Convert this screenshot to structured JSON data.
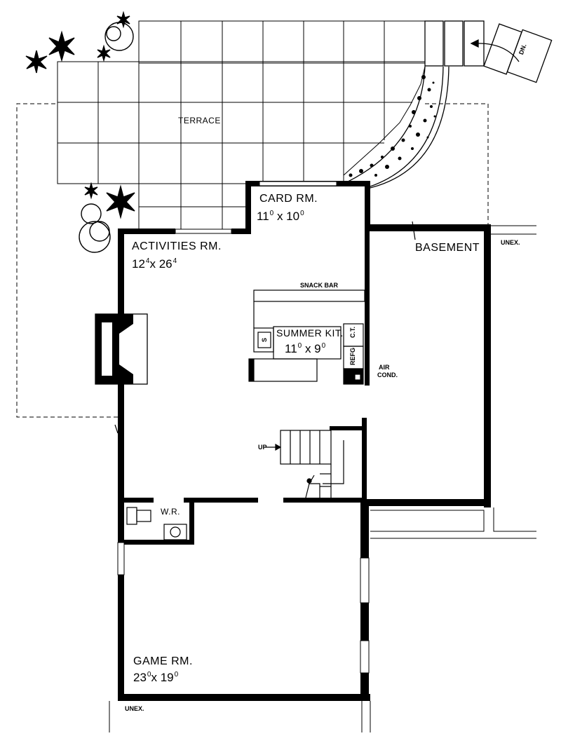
{
  "rooms": {
    "terrace": "TERRACE",
    "card_rm": {
      "name": "CARD RM.",
      "d1": "11",
      "e1": "0",
      "sep": " x ",
      "d2": "10",
      "e2": "0"
    },
    "activities_rm": {
      "name": "ACTIVITIES RM.",
      "d1": "12",
      "e1": "4",
      "sep": "x ",
      "d2": "26",
      "e2": "4"
    },
    "summer_kit": {
      "name": "SUMMER KIT.",
      "d1": "11",
      "e1": "0",
      "sep": " x ",
      "d2": "9",
      "e2": "0"
    },
    "basement": "BASEMENT",
    "game_rm": {
      "name": "GAME RM.",
      "d1": "23",
      "e1": "0",
      "sep": "x ",
      "d2": "19",
      "e2": "0"
    },
    "wr": "W.R."
  },
  "labels": {
    "snack_bar": "SNACK BAR",
    "air_cond_1": "AIR",
    "air_cond_2": "COND.",
    "ct": "C.T.",
    "refg": "REFG",
    "sink": "S",
    "up": "UP",
    "dn": "DN.",
    "unex_right": "UNEX.",
    "unex_bottom": "UNEX."
  }
}
